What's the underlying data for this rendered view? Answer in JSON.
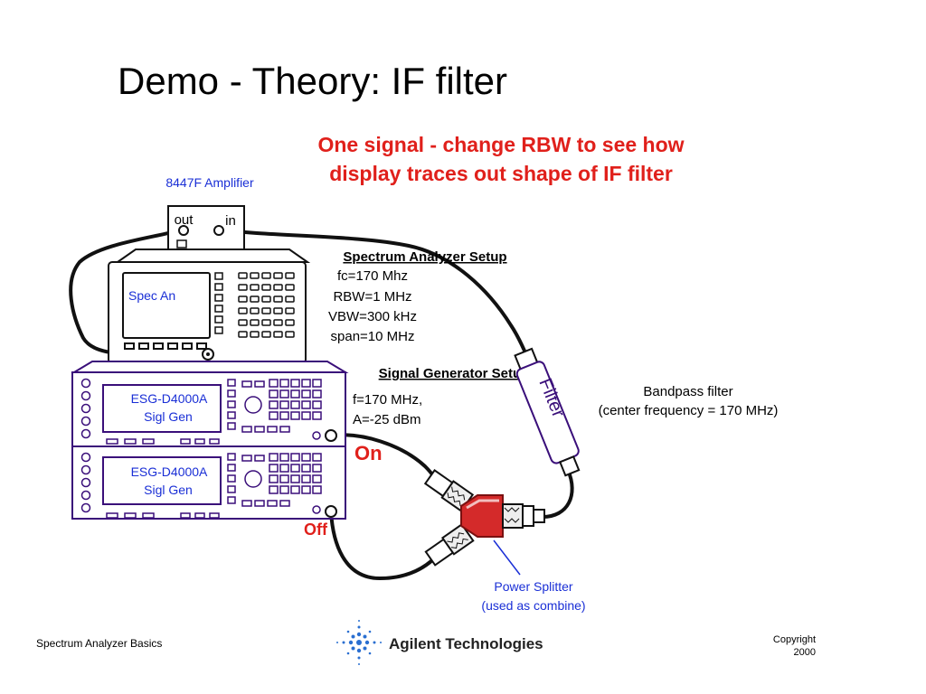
{
  "slide": {
    "title": "Demo  - Theory: IF filter",
    "subtitle_line1": "One signal - change RBW to see how",
    "subtitle_line2": "display traces out shape of IF filter"
  },
  "amplifier": {
    "label": "8447F Amplifier",
    "port_out": "out",
    "port_in": "in"
  },
  "spectrum_analyzer": {
    "screen_label": "Spec An",
    "setup_heading": "Spectrum Analyzer Setup",
    "setup_lines": [
      "fc=170 Mhz",
      "RBW=1 MHz",
      "VBW=300 kHz",
      "span=10 MHz"
    ]
  },
  "signal_generators": [
    {
      "line1": "ESG-D4000A",
      "line2": "Sigl Gen",
      "state": "On"
    },
    {
      "line1": "ESG-D4000A",
      "line2": "Sigl Gen",
      "state": "Off"
    }
  ],
  "signal_generator_setup": {
    "heading": "Signal Generator Setup",
    "line1": "f=170 MHz,",
    "line2": "A=-25 dBm"
  },
  "filter": {
    "label": "Filter",
    "desc_line1": "Bandpass filter",
    "desc_line2": "(center frequency = 170 MHz)"
  },
  "splitter": {
    "line1": "Power Splitter",
    "line2": "(used as combine)"
  },
  "footer": {
    "left": "Spectrum Analyzer Basics",
    "logo_text": "Agilent Technologies",
    "copyright_line1": "Copyright",
    "copyright_line2": "2000"
  },
  "colors": {
    "title_red": "#e0201b",
    "instrument_purple": "#3a0f7a",
    "label_blue": "#1a2fd6",
    "splitter_red": "#d42a2a",
    "cable": "#111111"
  }
}
